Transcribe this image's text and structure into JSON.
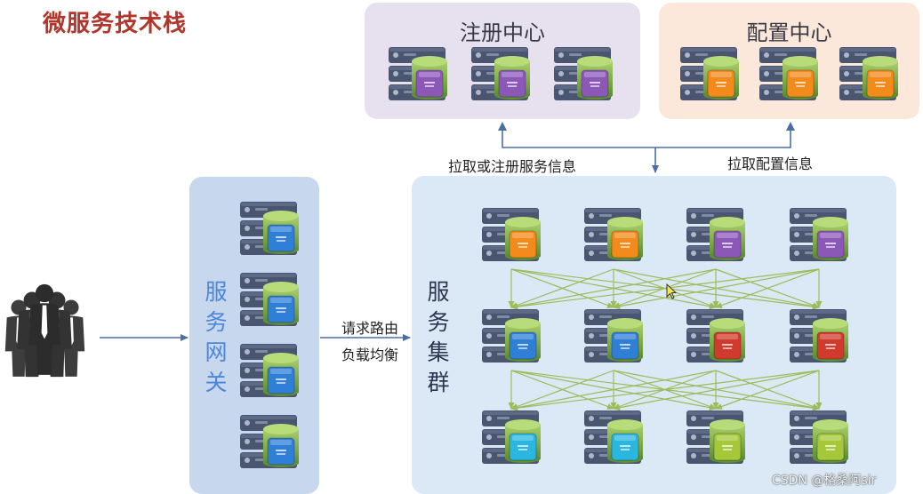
{
  "title": "微服务技术栈",
  "registry": {
    "title": "注册中心",
    "server_count": 3,
    "chip_color": "#8b58b8"
  },
  "config": {
    "title": "配置中心",
    "server_count": 3,
    "chip_color": "#f28a1c"
  },
  "gateway": {
    "label_chars": [
      "服",
      "务",
      "网",
      "关"
    ],
    "server_count": 4,
    "chip_color": "#2f7fd6"
  },
  "cluster": {
    "label_chars": [
      "服",
      "务",
      "集",
      "群"
    ],
    "rows": [
      [
        "#f28a1c",
        "#f28a1c",
        "#8b58b8",
        "#8b58b8"
      ],
      [
        "#2f7fd6",
        "#2f7fd6",
        "#d13b2d",
        "#d13b2d"
      ],
      [
        "#2bb6e0",
        "#2bb6e0",
        "#a4c83a",
        "#a4c83a"
      ]
    ]
  },
  "labels": {
    "pull_register": "拉取或注册服务信息",
    "pull_config": "拉取配置信息",
    "routing": "请求路由",
    "load_balance": "负载均衡"
  },
  "users_icon": "people-group-icon",
  "watermark": "CSDN @格桑阿sir",
  "colors": {
    "title": "#b2352c",
    "registry_bg": "#e7e1ef",
    "config_bg": "#fbe8da",
    "gateway_bg": "#c6d7ee",
    "cluster_bg": "#dbe9f6",
    "arrow": "#4a6fa5",
    "mesh": "#9dbb5a"
  }
}
